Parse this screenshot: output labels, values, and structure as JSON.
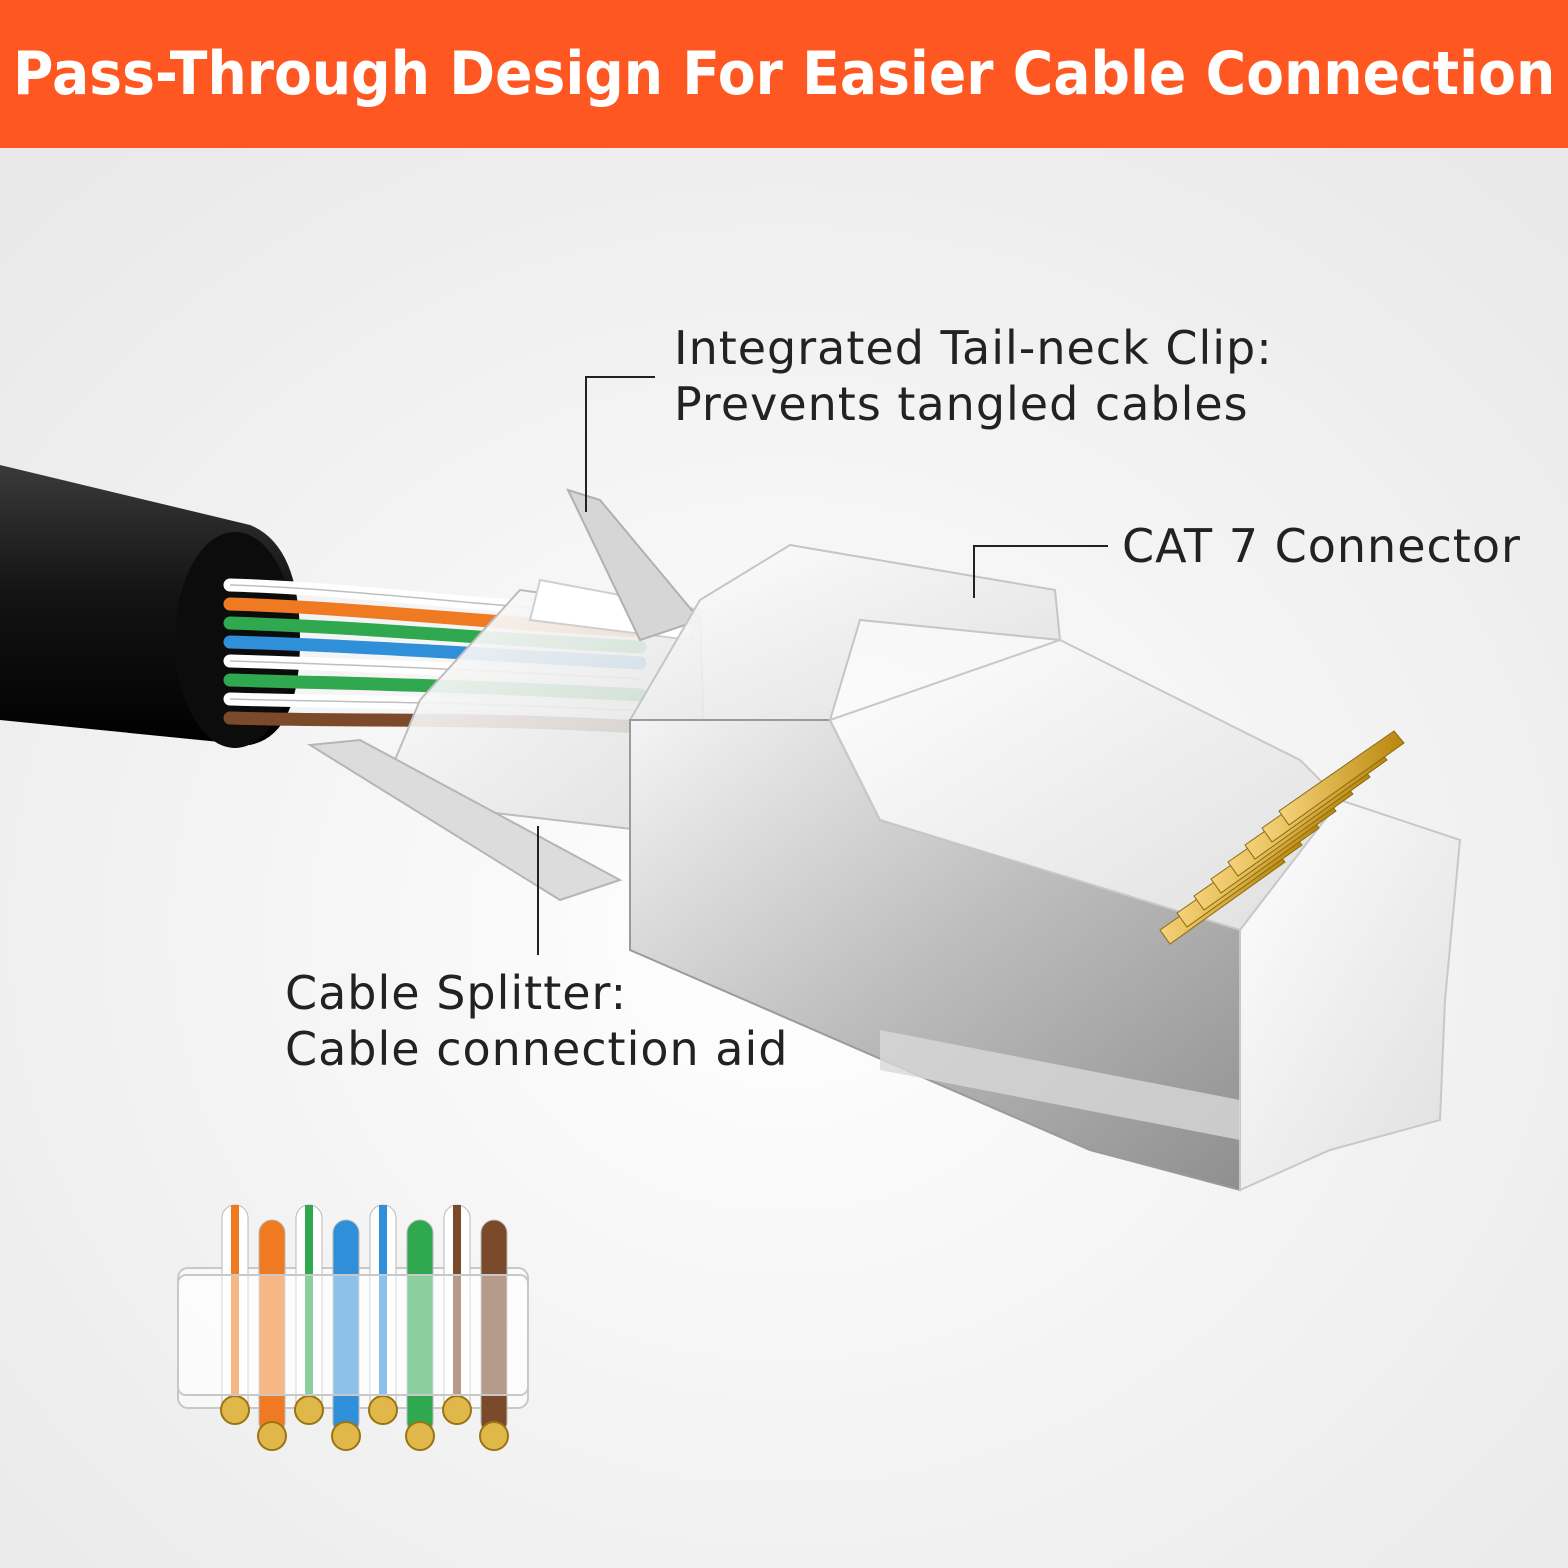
{
  "banner": {
    "title": "Pass-Through Design For Easier Cable Connection",
    "color": "#ff5722"
  },
  "callouts": {
    "tail_clip": {
      "line1": "Integrated Tail-neck Clip:",
      "line2": "Prevents tangled cables"
    },
    "connector": {
      "line1": "CAT 7 Connector"
    },
    "splitter": {
      "line1": "Cable Splitter:",
      "line2": "Cable connection aid"
    }
  },
  "wire_colors": [
    "#ffffff",
    "#f07a22",
    "#2fa84f",
    "#2f8fd8",
    "#ffffff",
    "#2fa84f",
    "#ffffff",
    "#7a4a2a"
  ],
  "colors": {
    "cable_jacket": "#1a1a1a",
    "shield": "#c7c7c7",
    "gold": "#d9a92f"
  }
}
